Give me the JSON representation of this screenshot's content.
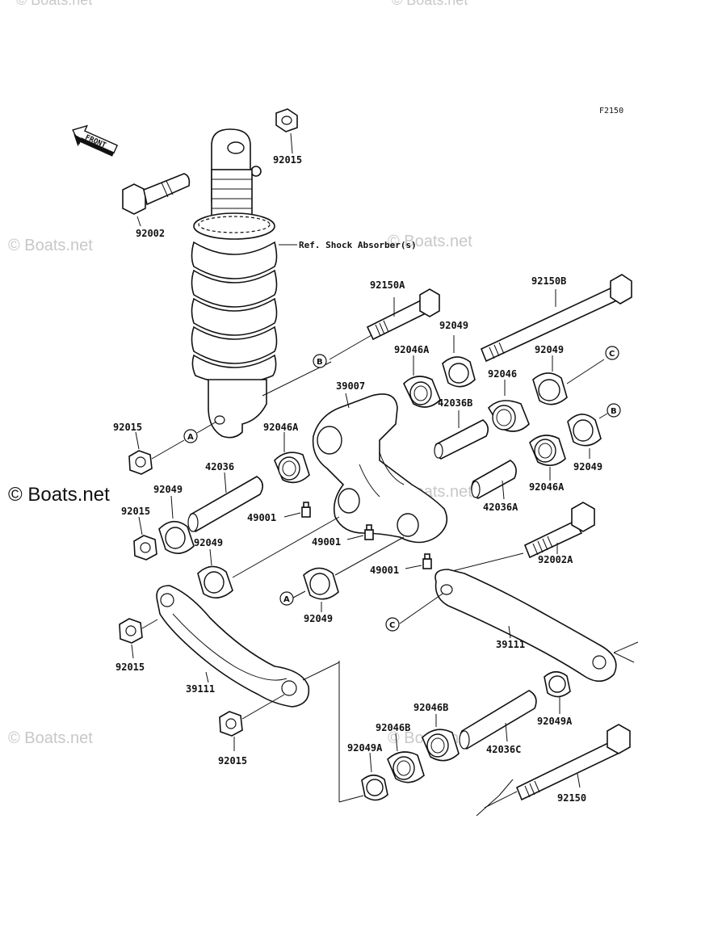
{
  "diagram_code": "F2150",
  "front_label": "FRONT",
  "reference_note": "Ref. Shock Absorber(s)",
  "watermarks": {
    "small": "© Boats.net",
    "large": "© Boats.net"
  },
  "parts": [
    {
      "id": "p1",
      "label": "92015"
    },
    {
      "id": "p2",
      "label": "92002"
    },
    {
      "id": "p3",
      "label": "92150A"
    },
    {
      "id": "p4",
      "label": "92150B"
    },
    {
      "id": "p5",
      "label": "92049"
    },
    {
      "id": "p6",
      "label": "92046A"
    },
    {
      "id": "p7",
      "label": "92049"
    },
    {
      "id": "p8",
      "label": "39007"
    },
    {
      "id": "p9",
      "label": "42036B"
    },
    {
      "id": "p10",
      "label": "92046"
    },
    {
      "id": "p11",
      "label": "92015"
    },
    {
      "id": "p12",
      "label": "92046A"
    },
    {
      "id": "p13",
      "label": "92049"
    },
    {
      "id": "p14",
      "label": "42036"
    },
    {
      "id": "p15",
      "label": "92046A"
    },
    {
      "id": "p16",
      "label": "92049"
    },
    {
      "id": "p17",
      "label": "92015"
    },
    {
      "id": "p18",
      "label": "42036A"
    },
    {
      "id": "p19",
      "label": "49001"
    },
    {
      "id": "p20",
      "label": "92049"
    },
    {
      "id": "p21",
      "label": "49001"
    },
    {
      "id": "p22",
      "label": "92002A"
    },
    {
      "id": "p23",
      "label": "49001"
    },
    {
      "id": "p24",
      "label": "92049"
    },
    {
      "id": "p25",
      "label": "92015"
    },
    {
      "id": "p26",
      "label": "39111"
    },
    {
      "id": "p27",
      "label": "39111"
    },
    {
      "id": "p28",
      "label": "92046B"
    },
    {
      "id": "p29",
      "label": "92049A"
    },
    {
      "id": "p30",
      "label": "92046B"
    },
    {
      "id": "p31",
      "label": "42036C"
    },
    {
      "id": "p32",
      "label": "92049A"
    },
    {
      "id": "p33",
      "label": "92015"
    },
    {
      "id": "p34",
      "label": "92150"
    }
  ],
  "reference_markers": [
    {
      "id": "m1",
      "letter": "B"
    },
    {
      "id": "m2",
      "letter": "C"
    },
    {
      "id": "m3",
      "letter": "B"
    },
    {
      "id": "m4",
      "letter": "A"
    },
    {
      "id": "m5",
      "letter": "A"
    },
    {
      "id": "m6",
      "letter": "C"
    }
  ]
}
